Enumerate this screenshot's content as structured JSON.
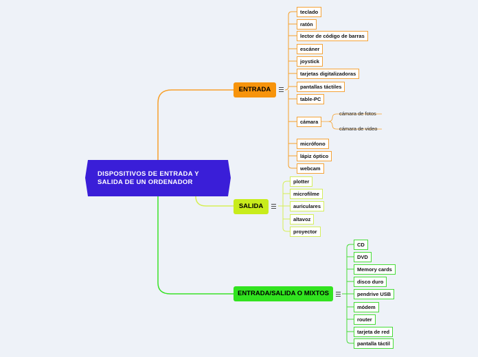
{
  "root": {
    "line1": "DISPOSITIVOS DE ENTRADA Y",
    "line2": "SALIDA DE UN ORDENADOR",
    "color": "#3a1ed8"
  },
  "branches": {
    "entrada": {
      "label": "ENTRADA",
      "color": "#f7940c",
      "items": [
        "teclado",
        "ratón",
        "lector de código de barras",
        "escáner",
        "joystick",
        "tarjetas digitalizadoras",
        "pantallas táctiles",
        "table-PC",
        "cámara",
        "micrófono",
        "lápiz óptico",
        "webcam"
      ],
      "camara_sub": [
        "cámara de fotos",
        "cámara de video"
      ]
    },
    "salida": {
      "label": "SALIDA",
      "color": "#c8ec1c",
      "items": [
        "plotter",
        "microfilme",
        "auriculares",
        "altavoz",
        "proyector"
      ]
    },
    "mixtos": {
      "label": "ENTRADA/SALIDA O MIXTOS",
      "color": "#31e31f",
      "items": [
        "CD",
        "DVD",
        "Memory cards",
        "disco duro",
        "pendrive USB",
        "módem",
        "router",
        "tarjeta de red",
        "pantalla táctil"
      ]
    }
  },
  "icons": {
    "branch_menu": "menu-lines-icon"
  }
}
